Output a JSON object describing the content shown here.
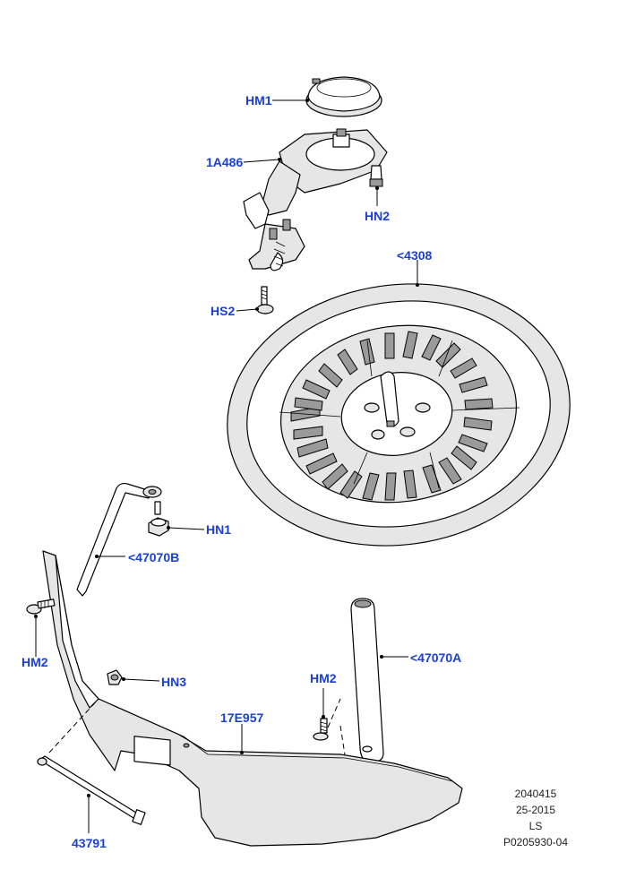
{
  "labels": {
    "hm1": "HM1",
    "a1486": "1A486",
    "hn2": "HN2",
    "p4308": "<4308",
    "hs2": "HS2",
    "hn1": "HN1",
    "p47070b": "<47070B",
    "hm2_left": "HM2",
    "hn3": "HN3",
    "hm2_right": "HM2",
    "p47070a": "<47070A",
    "p17e957": "17E957",
    "p43791": "43791"
  },
  "meta": {
    "line1": "2040415",
    "line2": "25-2015",
    "line3": "LS",
    "line4": "P0205930-04"
  },
  "colors": {
    "label_blue": "#1a3fd6",
    "line_black": "#000000",
    "part_fill": "#e6e6e6"
  }
}
